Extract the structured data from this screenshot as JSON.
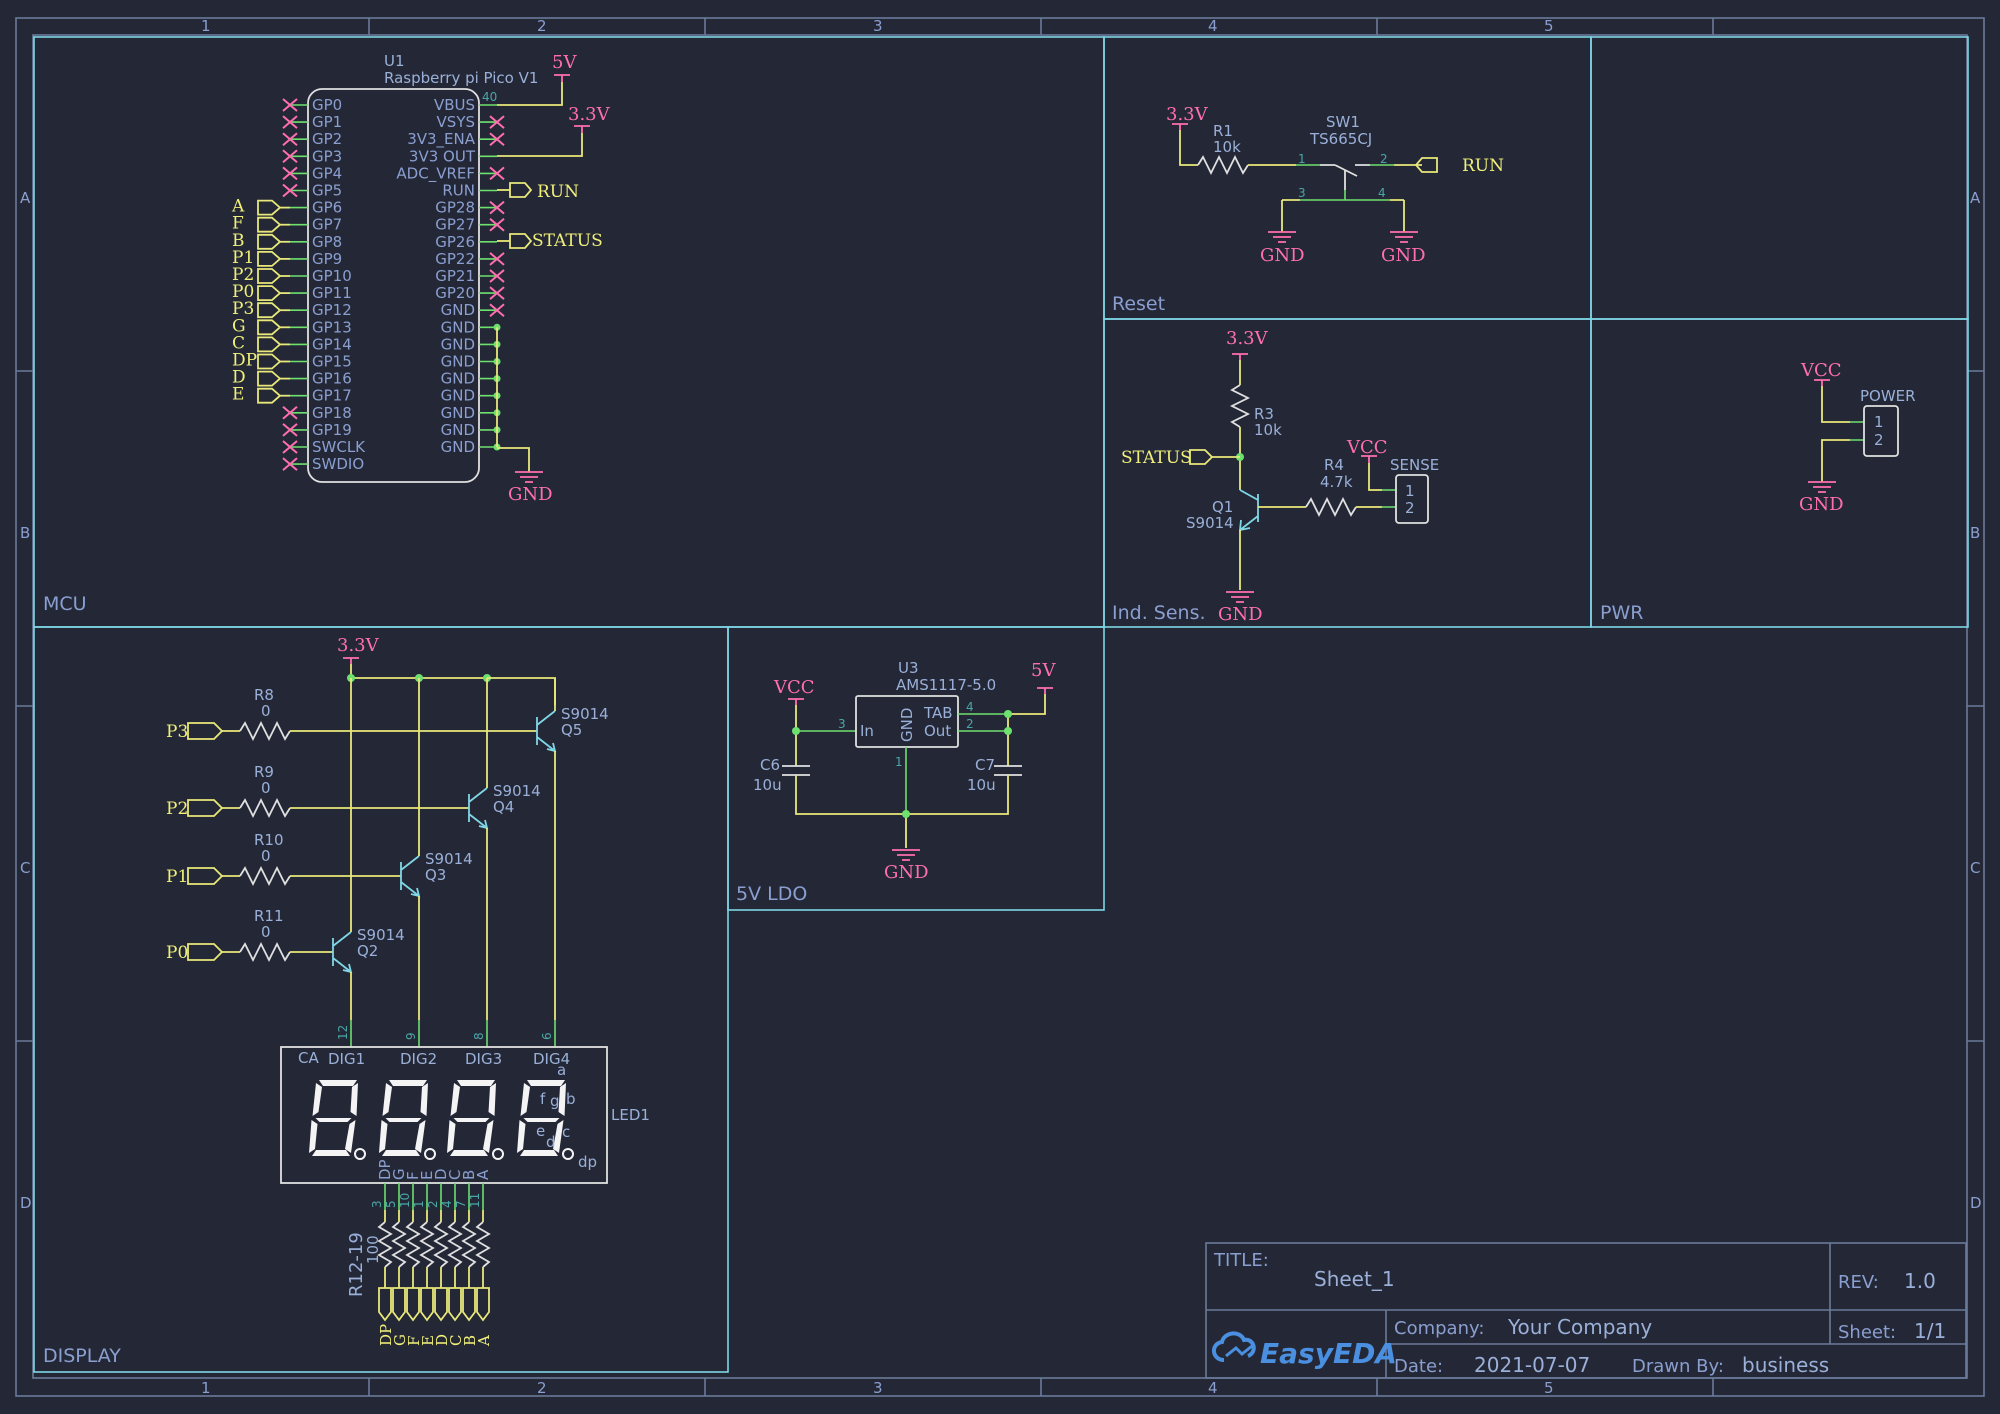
{
  "sheet": {
    "col_labels": [
      "1",
      "2",
      "3",
      "4",
      "5"
    ],
    "row_labels": [
      "A",
      "B",
      "C",
      "D"
    ]
  },
  "zones": {
    "mcu": "MCU",
    "reset": "Reset",
    "ind_sens": "Ind. Sens.",
    "pwr": "PWR",
    "display": "DISPLAY",
    "ldo": "5V LDO"
  },
  "mcu": {
    "ref": "U1",
    "value": "Raspberry pi Pico V1",
    "left_pins": [
      "GP0",
      "GP1",
      "GP2",
      "GP3",
      "GP4",
      "GP5",
      "GP6",
      "GP7",
      "GP8",
      "GP9",
      "GP10",
      "GP11",
      "GP12",
      "GP13",
      "GP14",
      "GP15",
      "GP16",
      "GP17",
      "GP18",
      "GP19",
      "SWCLK",
      "SWDIO"
    ],
    "right_pins": [
      "VBUS",
      "VSYS",
      "3V3_ENA",
      "3V3 OUT",
      "ADC_VREF",
      "RUN",
      "GP28",
      "GP27",
      "GP26",
      "GP22",
      "GP21",
      "GP20",
      "GND",
      "GND",
      "GND",
      "GND",
      "GND",
      "GND",
      "GND",
      "GND",
      "GND"
    ],
    "left_nets": [
      "A",
      "F",
      "B",
      "P1",
      "P2",
      "P0",
      "P3",
      "G",
      "C",
      "DP",
      "D",
      "E"
    ],
    "net_run": "RUN",
    "net_status": "STATUS",
    "pwr_5v": "5V",
    "pwr_33": "3.3V",
    "gnd": "GND",
    "vbus_num": "40"
  },
  "reset": {
    "pwr_33": "3.3V",
    "r1_ref": "R1",
    "r1_val": "10k",
    "sw_ref": "SW1",
    "sw_val": "TS665CJ",
    "net_run": "RUN",
    "gnd": "GND",
    "pin1": "1",
    "pin2": "2",
    "pin3": "3",
    "pin4": "4"
  },
  "ind": {
    "pwr_33": "3.3V",
    "r3_ref": "R3",
    "r3_val": "10k",
    "net_status": "STATUS",
    "vcc": "VCC",
    "r4_ref": "R4",
    "r4_val": "4.7k",
    "sense": "SENSE",
    "q_ref": "Q1",
    "q_val": "S9014",
    "gnd": "GND",
    "p1": "1",
    "p2": "2"
  },
  "pwr": {
    "vcc": "VCC",
    "conn": "POWER",
    "gnd": "GND",
    "p1": "1",
    "p2": "2"
  },
  "display": {
    "pwr_33": "3.3V",
    "drivers": [
      {
        "net": "P3",
        "r_ref": "R8",
        "r_val": "0",
        "q_val": "S9014",
        "q_ref": "Q5"
      },
      {
        "net": "P2",
        "r_ref": "R9",
        "r_val": "0",
        "q_val": "S9014",
        "q_ref": "Q4"
      },
      {
        "net": "P1",
        "r_ref": "R10",
        "r_val": "0",
        "q_val": "S9014",
        "q_ref": "Q3"
      },
      {
        "net": "P0",
        "r_ref": "R11",
        "r_val": "0",
        "q_val": "S9014",
        "q_ref": "Q2"
      }
    ],
    "led_ref": "LED1",
    "ca": "CA",
    "digits": [
      "DIG1",
      "DIG2",
      "DIG3",
      "DIG4"
    ],
    "digit_pins": [
      "12",
      "9",
      "8",
      "6"
    ],
    "seg_pins_lbl": [
      "DP",
      "G",
      "F",
      "E",
      "D",
      "C",
      "B",
      "A"
    ],
    "seg_pin_nums": [
      "3",
      "5",
      "10",
      "1",
      "2",
      "4",
      "7",
      "11"
    ],
    "seg_letters": {
      "a": "a",
      "f": "f",
      "g": "g",
      "b": "b",
      "e": "e",
      "d": "d",
      "c": "c",
      "dp": "dp"
    },
    "rnet_ref": "R12-19",
    "rnet_val": "100",
    "bottom_nets": [
      "DP",
      "G",
      "F",
      "E",
      "D",
      "C",
      "B",
      "A"
    ]
  },
  "ldo": {
    "vcc": "VCC",
    "ref": "U3",
    "value": "AMS1117-5.0",
    "pin_in": "In",
    "pin_gnd": "GND",
    "pin_tab": "TAB",
    "pin_out": "Out",
    "n3": "3",
    "n1": "1",
    "n4": "4",
    "n2": "2",
    "pwr_5v": "5V",
    "c6_ref": "C6",
    "c6_val": "10u",
    "c7_ref": "C7",
    "c7_val": "10u",
    "gnd": "GND"
  },
  "titleblock": {
    "title_key": "TITLE:",
    "title_val": "Sheet_1",
    "rev_key": "REV:",
    "rev_val": "1.0",
    "company_key": "Company:",
    "company_val": "Your Company",
    "sheet_key": "Sheet:",
    "sheet_val": "1/1",
    "date_key": "Date:",
    "date_val": "2021-07-07",
    "drawn_key": "Drawn By:",
    "drawn_val": "business",
    "brand": "EasyEDA"
  },
  "colors": {
    "background": "#242836",
    "zone_border": "#7fd6e6",
    "wire": "#e8e87a",
    "power": "#ff6fb0",
    "pin": "#6ee06e",
    "label": "#8a9fd0"
  }
}
